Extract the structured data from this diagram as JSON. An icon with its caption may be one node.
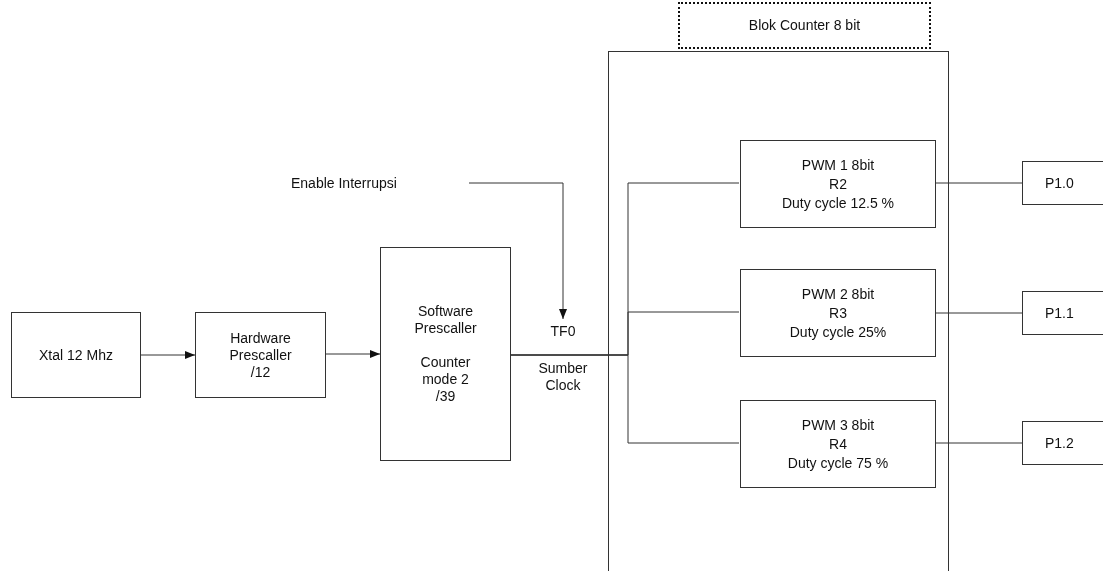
{
  "diagram": {
    "nodes": [
      {
        "text": [
          "Xtal 12 Mhz"
        ]
      },
      {
        "text": [
          "Hardware Prescaller /12"
        ]
      },
      {
        "text": [
          "Software Prescaller",
          "Counter mode 2 /39"
        ]
      },
      {
        "text": [
          "Enable Interrupsi"
        ]
      },
      {
        "text": [
          "TF0"
        ]
      },
      {
        "text": [
          "Blok Counter 8 bit"
        ]
      },
      {
        "text": [],
        "shape": "box"
      },
      {
        "text": [
          "PWM 1 8bit",
          "R2",
          "Duty cycle 12.5 %"
        ],
        "in": 6
      },
      {
        "text": [
          "PWM 2 8bit",
          "R3",
          "Duty cycle 25%"
        ],
        "in": 6
      },
      {
        "text": [
          "PWM 3 8bit",
          "R4",
          "Duty cycle 75 %"
        ],
        "in": 6
      },
      {
        "text": [
          "P1.0"
        ]
      },
      {
        "text": [
          "P1.1"
        ]
      },
      {
        "text": [
          "P1.2"
        ]
      }
    ],
    "edges": [
      {
        "from": 0,
        "to": 1,
        "arrow": "to"
      },
      {
        "from": 1,
        "to": 2,
        "arrow": "to"
      },
      {
        "from": 3,
        "to": 4,
        "arrow": "to"
      },
      {
        "from": 2,
        "to": 7,
        "arrow": "none"
      },
      {
        "from": 2,
        "to": 8,
        "arrow": "none"
      },
      {
        "from": 2,
        "to": 9,
        "arrow": "none"
      },
      {
        "from": 7,
        "to": 10,
        "arrow": "none"
      },
      {
        "from": 8,
        "to": 11,
        "arrow": "none"
      },
      {
        "from": 9,
        "to": 12,
        "arrow": "none"
      }
    ],
    "labels": [
      "Sumber Clock"
    ]
  }
}
